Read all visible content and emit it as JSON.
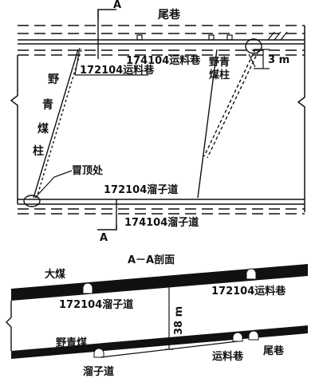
{
  "plan": {
    "section_marker_top": "A",
    "section_marker_bottom": "A",
    "tail_roadway": "尾巷",
    "haulage_174104": "174104运料巷",
    "haulage_172104": "172104运料巷",
    "wild_coal_left_chars": [
      "野",
      "青",
      "煤",
      "柱"
    ],
    "wild_coal_right_line1": "野青",
    "wild_coal_right_line2": "煤柱",
    "dimension_3m": "3 m",
    "roof_fall": "冒顶处",
    "chute_172104": "172104溜子道",
    "chute_174104": "174104溜子道"
  },
  "section": {
    "title": "A－A剖面",
    "seam_main": "大煤",
    "haulage_172104": "172104运料巷",
    "chute_172104": "172104溜子道",
    "distance": "38 m",
    "seam_wild": "野青煤",
    "chute": "溜子道",
    "haulage": "运料巷",
    "tail": "尾巷"
  }
}
